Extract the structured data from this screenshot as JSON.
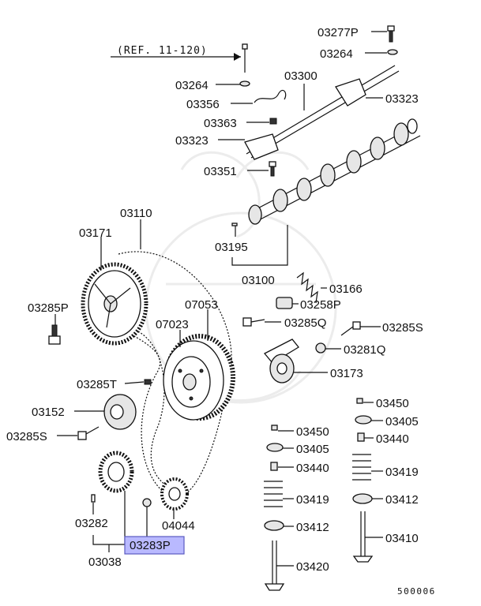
{
  "diagram": {
    "reference": "(REF. 11-120)",
    "figure_code": "500006",
    "highlighted_part": "03283P",
    "colors": {
      "highlight_fill": "#b9b9ff",
      "highlight_border": "#5a5ac0",
      "line": "#111111"
    },
    "parts": [
      {
        "key": "p03277p",
        "label": "03277P"
      },
      {
        "key": "p03264a",
        "label": "03264"
      },
      {
        "key": "p03264b",
        "label": "03264"
      },
      {
        "key": "p03300",
        "label": "03300"
      },
      {
        "key": "p03356",
        "label": "03356"
      },
      {
        "key": "p03323a",
        "label": "03323"
      },
      {
        "key": "p03363",
        "label": "03363"
      },
      {
        "key": "p03323b",
        "label": "03323"
      },
      {
        "key": "p03351",
        "label": "03351"
      },
      {
        "key": "p03110",
        "label": "03110"
      },
      {
        "key": "p03171",
        "label": "03171"
      },
      {
        "key": "p03195",
        "label": "03195"
      },
      {
        "key": "p03100",
        "label": "03100"
      },
      {
        "key": "p03166",
        "label": "03166"
      },
      {
        "key": "p03285p",
        "label": "03285P"
      },
      {
        "key": "p07053",
        "label": "07053"
      },
      {
        "key": "p03258p",
        "label": "03258P"
      },
      {
        "key": "p07023",
        "label": "07023"
      },
      {
        "key": "p03285q",
        "label": "03285Q"
      },
      {
        "key": "p03285s_r",
        "label": "03285S"
      },
      {
        "key": "p03281q",
        "label": "03281Q"
      },
      {
        "key": "p03285t",
        "label": "03285T"
      },
      {
        "key": "p03173",
        "label": "03173"
      },
      {
        "key": "p03450a",
        "label": "03450"
      },
      {
        "key": "p03152",
        "label": "03152"
      },
      {
        "key": "p03405a",
        "label": "03405"
      },
      {
        "key": "p03285s_l",
        "label": "03285S"
      },
      {
        "key": "p03450b",
        "label": "03450"
      },
      {
        "key": "p03440a",
        "label": "03440"
      },
      {
        "key": "p03405b",
        "label": "03405"
      },
      {
        "key": "p03440b",
        "label": "03440"
      },
      {
        "key": "p03419a",
        "label": "03419"
      },
      {
        "key": "p03419b",
        "label": "03419"
      },
      {
        "key": "p03412a",
        "label": "03412"
      },
      {
        "key": "p03282",
        "label": "03282"
      },
      {
        "key": "p04044",
        "label": "04044"
      },
      {
        "key": "p03412b",
        "label": "03412"
      },
      {
        "key": "p03410",
        "label": "03410"
      },
      {
        "key": "p03283p",
        "label": "03283P"
      },
      {
        "key": "p03038",
        "label": "03038"
      },
      {
        "key": "p03420",
        "label": "03420"
      }
    ]
  }
}
